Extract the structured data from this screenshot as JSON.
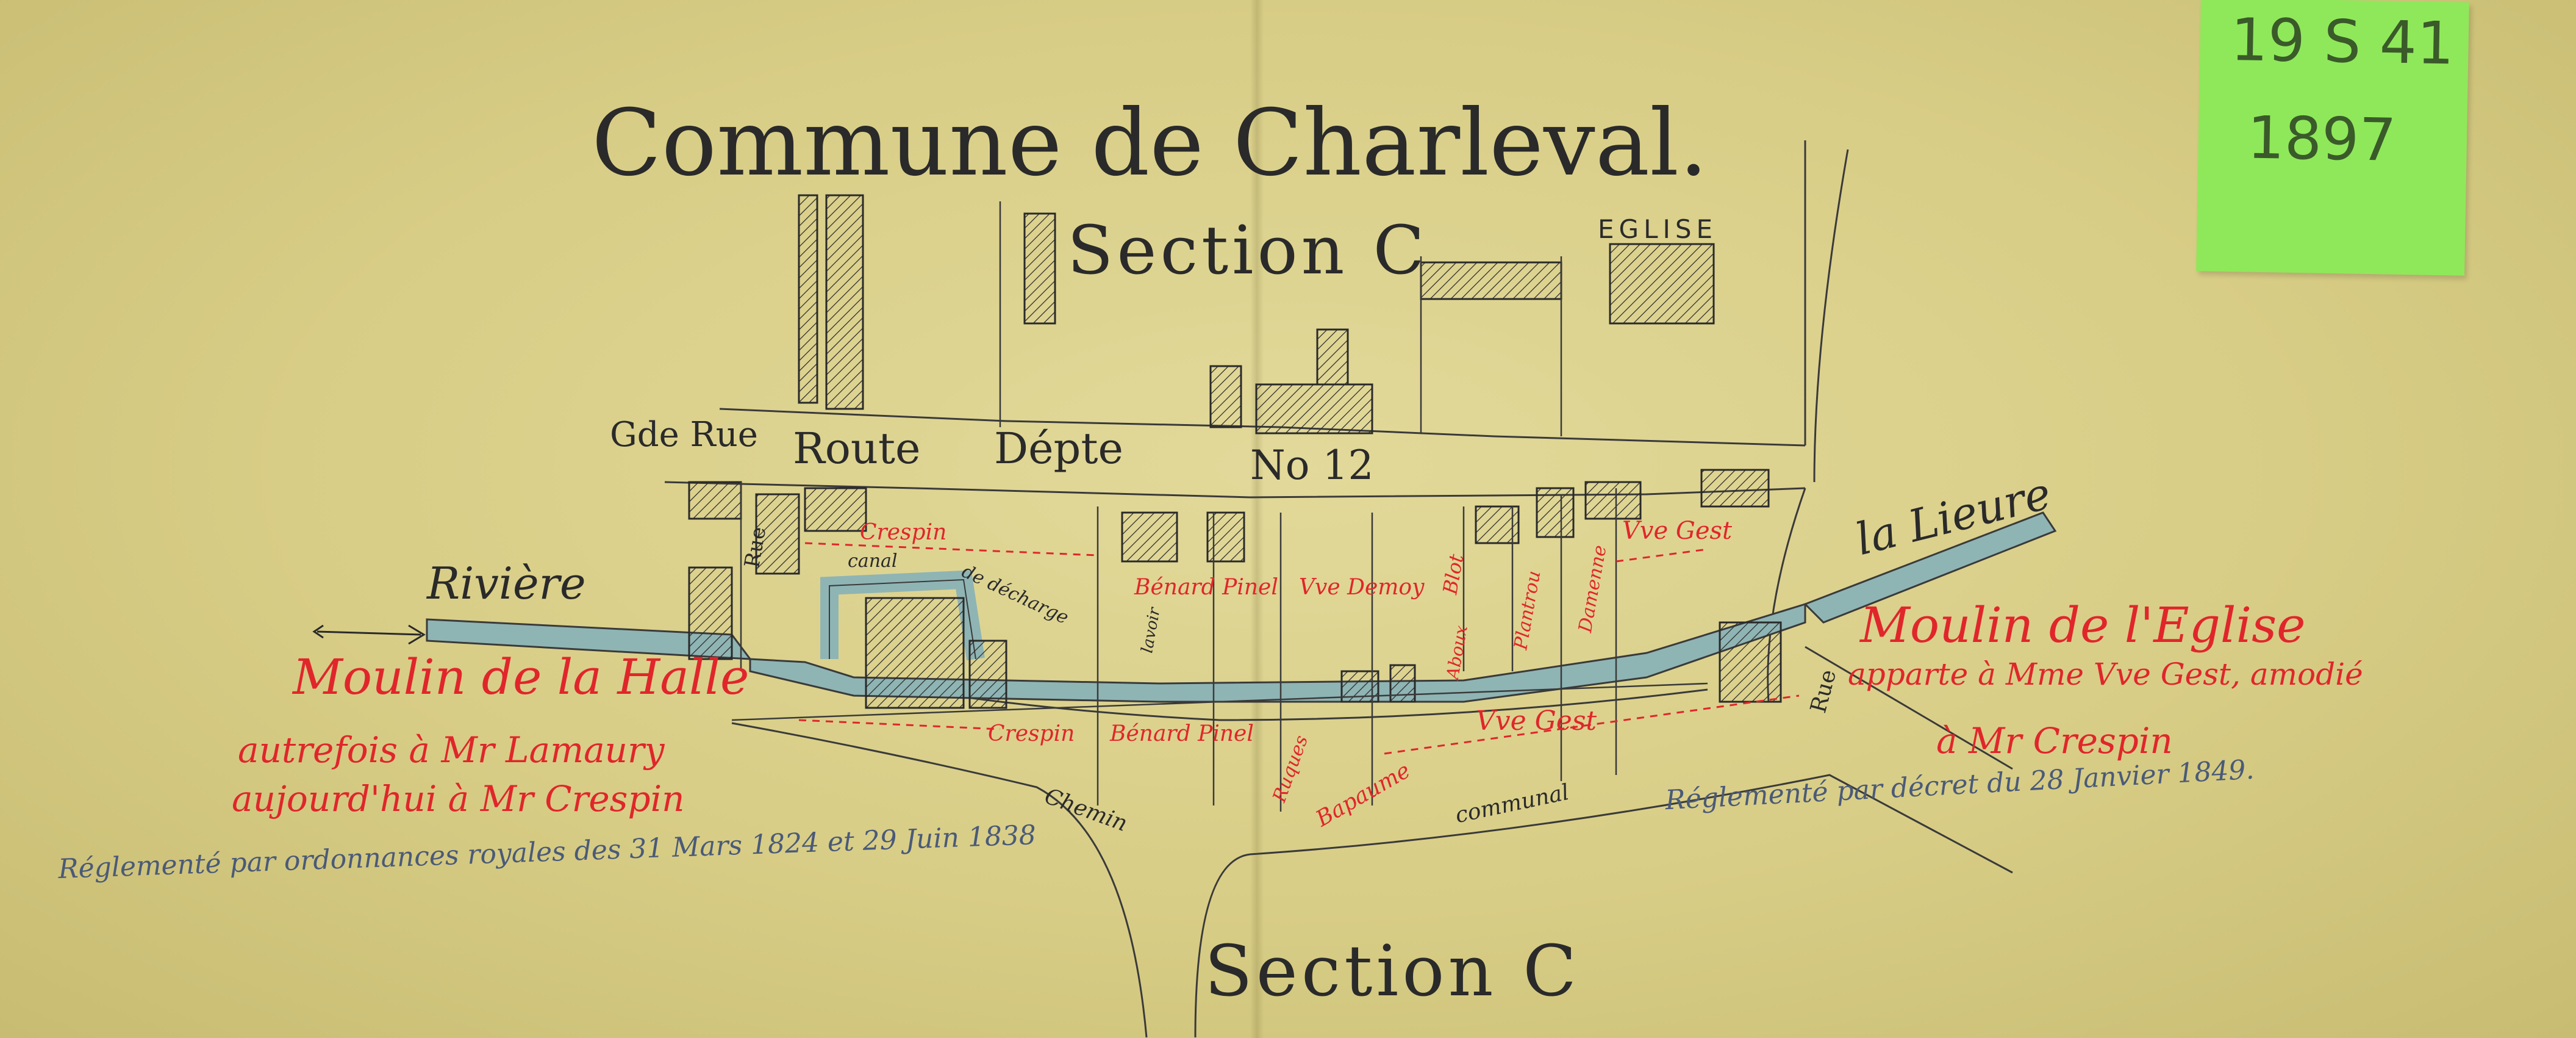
{
  "title": "Commune de Charleval.",
  "section_top": "Section C",
  "section_bottom": "Section C",
  "church_label": "EGLISE",
  "street_labels": {
    "grande_rue": "Gde Rue",
    "route": "Route",
    "dep": "Dépte",
    "numero": "No 12",
    "rue_left": "Rue",
    "rue_right": "Rue",
    "chemin": "Chemin",
    "communal": "communal"
  },
  "water_labels": {
    "riviere": "Rivière",
    "la_lieure": "la Lieure",
    "canal": "canal",
    "decharge": "de décharge"
  },
  "mill_left": {
    "title": "Moulin de la Halle",
    "line1": "autrefois à Mr Lamaury",
    "line2": "aujourd'hui à Mr Crespin",
    "regulation": "Réglementé par ordonnances royales des 31 Mars 1824 et 29 Juin 1838"
  },
  "mill_right": {
    "title": "Moulin de l'Eglise",
    "line1": "apparte à Mme Vve Gest, amodié",
    "line2": "à Mr Crespin",
    "regulation": "Réglementé par décret du 28 Janvier 1849."
  },
  "owners": {
    "crespin_top": "Crespin",
    "crespin_bottom": "Crespin",
    "benard_pinel_top": "Bénard Pinel",
    "benard_pinel_bottom": "Bénard Pinel",
    "vve_demoy": "Vve Demoy",
    "blot": "Blot",
    "vve_gest_top": "Vve Gest",
    "vve_gest_bottom": "Vve Gest",
    "plantrou": "Plantrou",
    "damenne": "Damenne",
    "bapaume": "Bapaume",
    "ruques": "Ruques",
    "aboux": "Aboux",
    "lavoir": "lavoir"
  },
  "archive_tab": {
    "line1": "19 S 41",
    "line2": "1897"
  },
  "colors": {
    "paper": "#d9cf8a",
    "ink": "#2a2a2a",
    "red_ink": "#e0262b",
    "water": "#8fb4b4",
    "tab": "#8fe85a"
  }
}
